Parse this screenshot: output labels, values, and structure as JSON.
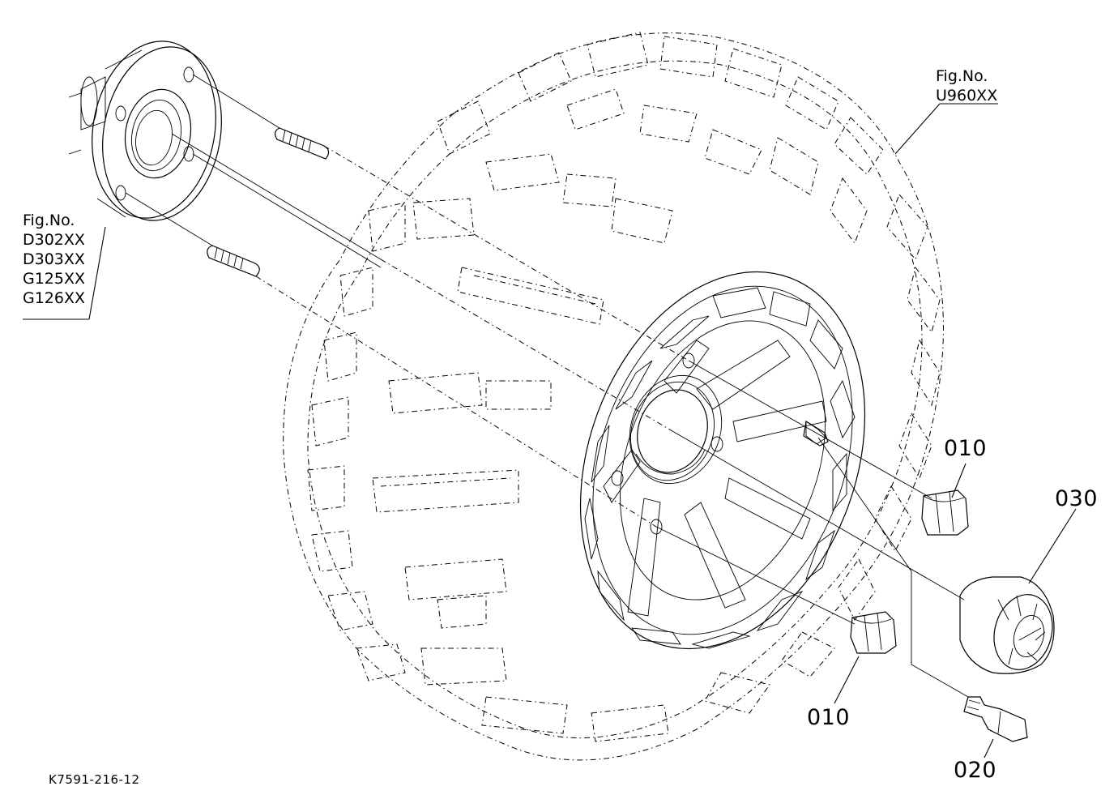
{
  "drawing_code": "K7591-216-12",
  "references": {
    "hub": {
      "label": "Fig.No.",
      "figures": [
        "D302XX",
        "D303XX",
        "G125XX",
        "G126XX"
      ]
    },
    "tire": {
      "label": "Fig.No.",
      "figures": [
        "U960XX"
      ]
    }
  },
  "callouts": [
    {
      "id": "lug-nut-upper",
      "text": "010"
    },
    {
      "id": "center-cap",
      "text": "030"
    },
    {
      "id": "lug-nut-lower",
      "text": "010"
    },
    {
      "id": "valve-stem",
      "text": "020"
    }
  ]
}
